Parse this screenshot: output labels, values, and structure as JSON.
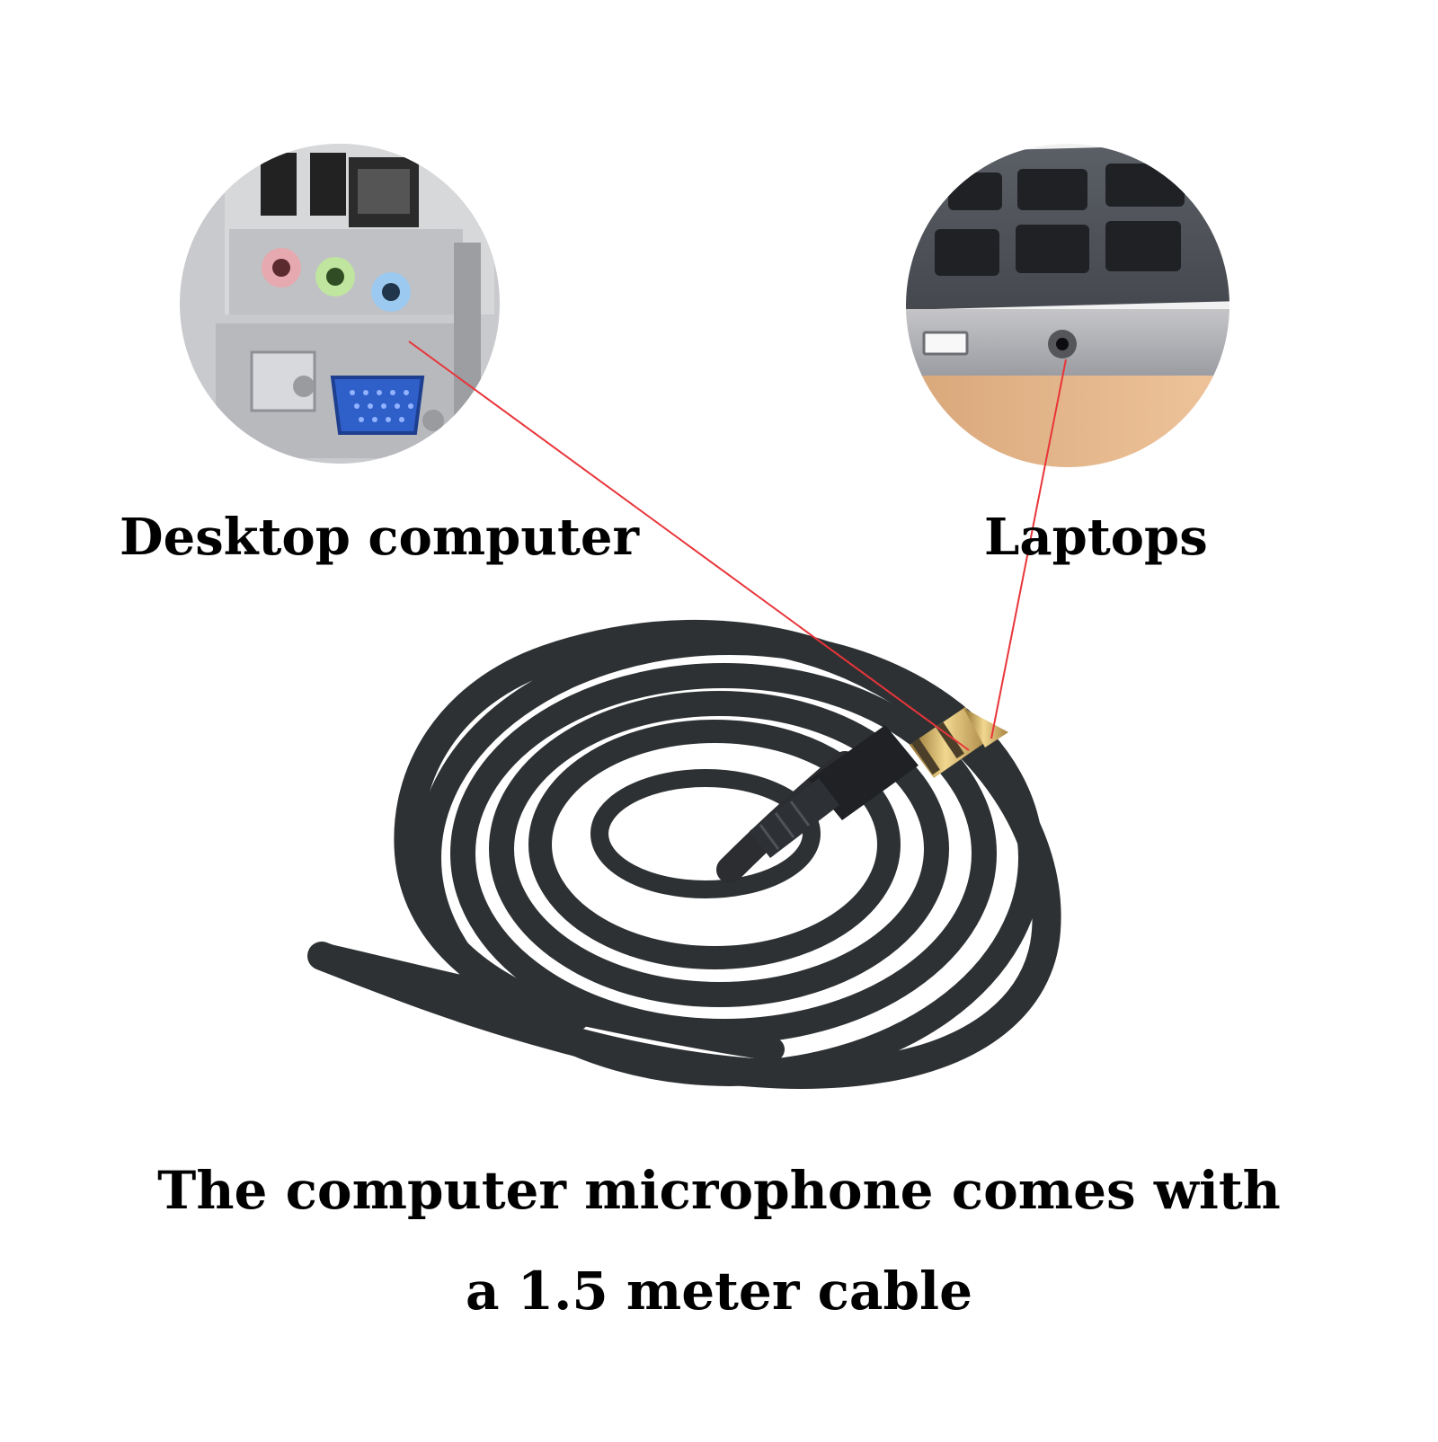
{
  "labels": {
    "desktop": "Desktop computer",
    "laptop": "Laptops"
  },
  "caption": {
    "line1": "The computer microphone comes with",
    "line2": "a 1.5 meter cable"
  },
  "colors": {
    "background": "#ffffff",
    "text": "#000000",
    "pointer_line": "#e8353a",
    "cable": "#2e3133",
    "jack_ring_pink": "#d98a8f",
    "jack_ring_green": "#9ccf74",
    "jack_ring_blue": "#6eaedc",
    "vga_port": "#2f5fc9",
    "plug_gold": "#c7a35a"
  },
  "icons": {
    "desktop_photo": "desktop-rear-panel-photo",
    "laptop_photo": "laptop-side-port-photo",
    "cable_photo": "coiled-3.5mm-aux-cable-photo"
  }
}
